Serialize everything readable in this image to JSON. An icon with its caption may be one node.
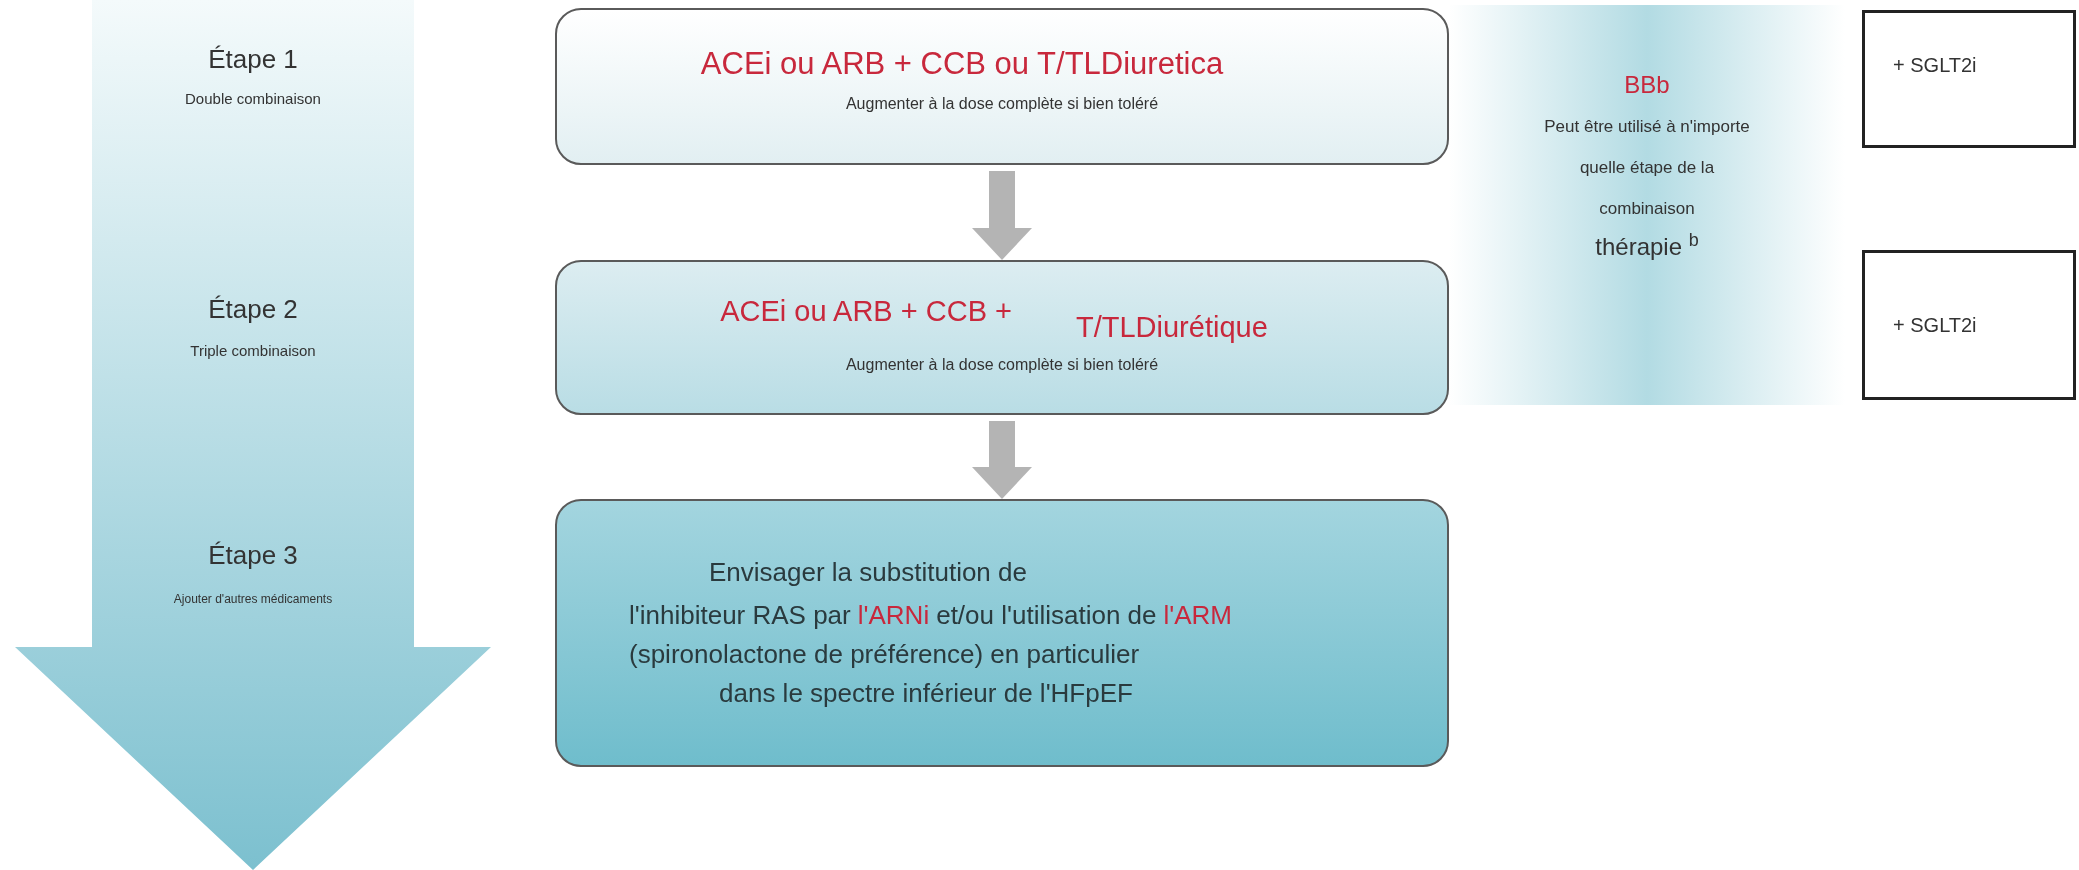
{
  "diagram": {
    "nodes": [
      {
        "text": [
          "Étape 1",
          "Double combinaison",
          "Étape 2",
          "Triple combinaison",
          "Étape 3",
          "Ajouter d'autres médicaments"
        ]
      },
      {
        "text": [
          "ACEi ou ARB + CCB ou T/TLDiuretica",
          "Augmenter à la dose complète si bien toléré"
        ]
      },
      {
        "text": [
          "ACEi ou ARB + CCB +",
          "T/TLDiurétique",
          "Augmenter à la dose complète si bien toléré"
        ]
      },
      {
        "text": [
          "Envisager la substitution de",
          "l'inhibiteur RAS par",
          "l'ARNi",
          "et/ou l'utilisation de",
          "l'ARM",
          "(spironolactone de préférence) en particulier",
          "dans le spectre inférieur de l'HFpEF"
        ]
      },
      {
        "text": [
          "BBb",
          "Peut être utilisé à n'importe quelle étape de la combinaison",
          "thérapie $^{b}$"
        ]
      },
      {
        "text": [
          "+ SGLT2i"
        ]
      },
      {
        "text": [
          "+ SGLT2i"
        ]
      }
    ],
    "edges": [
      {
        "from": 1,
        "to": 2,
        "arrow": "to"
      },
      {
        "from": 2,
        "to": 3,
        "arrow": "to"
      }
    ]
  }
}
